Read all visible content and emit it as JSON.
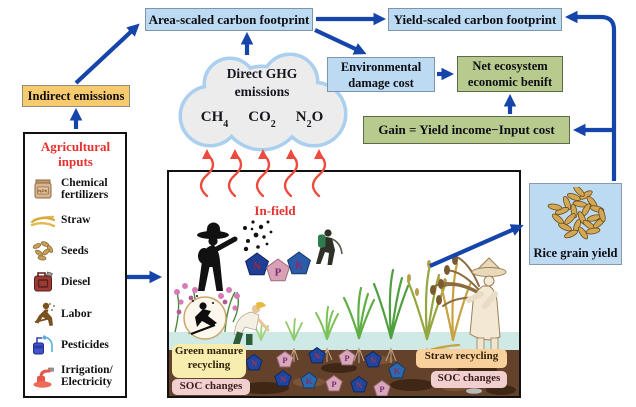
{
  "colors": {
    "arrow_blue": "#1545ab",
    "emission_red": "#f04a3e",
    "box_light_blue": "#bcdaf2",
    "box_orange": "#f8ca6e",
    "box_green": "#b7cb8e",
    "red_text": "#e8312e",
    "soil_brown": "#63412a",
    "water_blue": "#cfe9e7"
  },
  "flow": {
    "area_scaled": "Area-scaled carbon footprint",
    "yield_scaled": "Yield-scaled carbon footprint",
    "indirect_emissions": "Indirect emissions",
    "env_damage_line1": "Environmental",
    "env_damage_line2": "damage cost",
    "net_eco_line1": "Net ecosystem",
    "net_eco_line2": "economic benift",
    "gain_formula": "Gain = Yield income−Input cost",
    "rice_grain_yield": "Rice grain yield"
  },
  "cloud": {
    "title_line1": "Direct GHG",
    "title_line2": "emissions",
    "gases": [
      {
        "main": "CH",
        "sub": "4",
        "tail": ""
      },
      {
        "main": "CO",
        "sub": "2",
        "tail": ""
      },
      {
        "main": "N",
        "sub": "2",
        "tail": "O"
      }
    ]
  },
  "inputs_panel": {
    "title_line1": "Agricultural",
    "title_line2": "inputs",
    "bag_text": "NPK",
    "items": [
      {
        "icon": "fertilizer-bag-icon",
        "label": "Chemical fertilizers"
      },
      {
        "icon": "straw-icon",
        "label": "Straw"
      },
      {
        "icon": "seeds-icon",
        "label": "Seeds"
      },
      {
        "icon": "diesel-can-icon",
        "label": "Diesel"
      },
      {
        "icon": "labor-icon",
        "label": "Labor"
      },
      {
        "icon": "pesticide-sprayer-icon",
        "label": "Pesticides"
      },
      {
        "icon": "irrigation-pump-icon",
        "label": "Irrigation/ Electricity"
      }
    ]
  },
  "field": {
    "infield_label": "In-field",
    "npk": {
      "n": "N",
      "p": "P",
      "k": "K"
    },
    "labels": {
      "green_manure": "Green manure recycling",
      "soc_left": "SOC changes",
      "straw_recycling": "Straw recycling",
      "soc_right": "SOC changes"
    }
  }
}
